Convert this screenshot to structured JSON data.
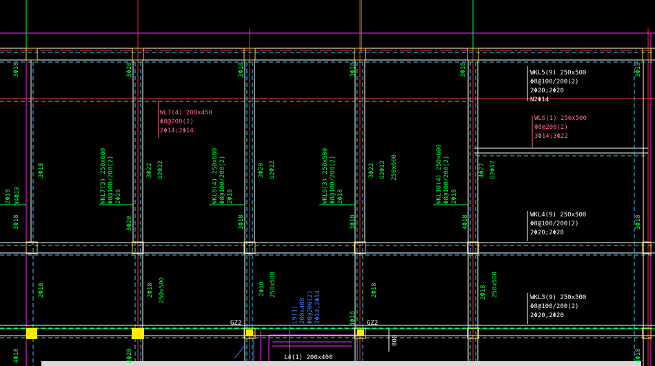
{
  "colors": {
    "background": "#000000",
    "axis": "#ff2a2a",
    "beam": "#ffffff",
    "beam_alt": "#ff5bff",
    "rebar": "#00ff3a",
    "hidden": "#39d4ff",
    "magenta": "#ff2aff",
    "column": "#ffd84a",
    "label_white": "#ffffff",
    "label_pink": "#ff6b8b",
    "label_blue": "#3f7fff"
  },
  "vertical_rebar_labels": [
    {
      "id": "v1",
      "text": "3Φ18"
    },
    {
      "id": "v2",
      "text": "3Φ20"
    },
    {
      "id": "v3",
      "text": "3Φ18"
    },
    {
      "id": "v4",
      "text": "3Φ18"
    },
    {
      "id": "v5",
      "text": "3Φ18"
    },
    {
      "id": "v6",
      "text": "3Φ18"
    },
    {
      "id": "v7",
      "text": "3Φ18"
    },
    {
      "id": "v8",
      "text": "2Φ18"
    },
    {
      "id": "v9",
      "text": "N4Φ10"
    },
    {
      "id": "v10",
      "text": "3Φ18"
    },
    {
      "id": "v11",
      "text": "3Φ20"
    },
    {
      "id": "v12",
      "text": "3Φ18"
    },
    {
      "id": "v13",
      "text": "3Φ18"
    },
    {
      "id": "v14",
      "text": "4Φ18"
    },
    {
      "id": "v15",
      "text": "3Φ18"
    },
    {
      "id": "v16",
      "text": "2Φ18"
    },
    {
      "id": "v17",
      "text": "2Φ18"
    },
    {
      "id": "v18",
      "text": "250x500"
    },
    {
      "id": "v19",
      "text": "2Φ18"
    },
    {
      "id": "v20",
      "text": "250x500"
    },
    {
      "id": "v21",
      "text": "2Φ18"
    },
    {
      "id": "v22",
      "text": "2Φ18"
    },
    {
      "id": "v23",
      "text": "250x500"
    },
    {
      "id": "v24",
      "text": "4Φ18"
    },
    {
      "id": "v25",
      "text": "4Φ18"
    },
    {
      "id": "v26",
      "text": "2Φ20"
    },
    {
      "id": "v27",
      "text": "3Φ22"
    },
    {
      "id": "v28",
      "text": "G2Φ12"
    },
    {
      "id": "v29",
      "text": "3Φ20"
    },
    {
      "id": "v30",
      "text": "G2Φ12"
    },
    {
      "id": "v31",
      "text": "3Φ22"
    },
    {
      "id": "v32",
      "text": "G2Φ12"
    },
    {
      "id": "v33",
      "text": "250x600"
    },
    {
      "id": "v34",
      "text": "4Φ22"
    },
    {
      "id": "v35",
      "text": "G2Φ12"
    },
    {
      "id": "v36",
      "text": "4Φ18"
    }
  ],
  "beam_tags": {
    "wkl7": [
      "WKL7(3) 250x600",
      "Φ8@100/200(2)",
      "2Φ20"
    ],
    "wkl8": [
      "WKL8(4) 250x600",
      "Φ8@100/200(2)",
      "2Φ18"
    ],
    "wkl9": [
      "WKL9(3) 250x500",
      "Φ8@100/200(2)",
      "2Φ18"
    ],
    "wkl10": [
      "WKL10(4) 250x600",
      "Φ8@100/200(2)",
      "2Φ18"
    ],
    "l9": [
      "L9(1)",
      "200x400",
      "Φ8@200(2)",
      "2Φ14;2Φ14"
    ]
  },
  "horizontal_tags": {
    "wl7": [
      "WL7(4) 200x450",
      "Φ8@200(2)",
      "2Φ14;2Φ14"
    ],
    "wkl5": [
      "WKL5(9) 250x500",
      "Φ8@100/200(2)",
      "2Φ20;2Φ20",
      "N2Φ14"
    ],
    "wl6": [
      "WL6(1) 250x500",
      "Φ8@200(2)",
      "3Φ14;3Φ22"
    ],
    "wkl4": [
      "WKL4(9) 250x500",
      "Φ8@100/200(2)",
      "2Φ20;2Φ20"
    ],
    "wkl3": [
      "WKL3(9) 250x500",
      "Φ8@100/200(2)",
      "2Φ20,2Φ20"
    ],
    "l4": [
      "L4(1) 200x400"
    ]
  },
  "column_tags": {
    "gz2_a": "GZ2",
    "gz2_b": "GZ2"
  },
  "dimension_text": "800"
}
